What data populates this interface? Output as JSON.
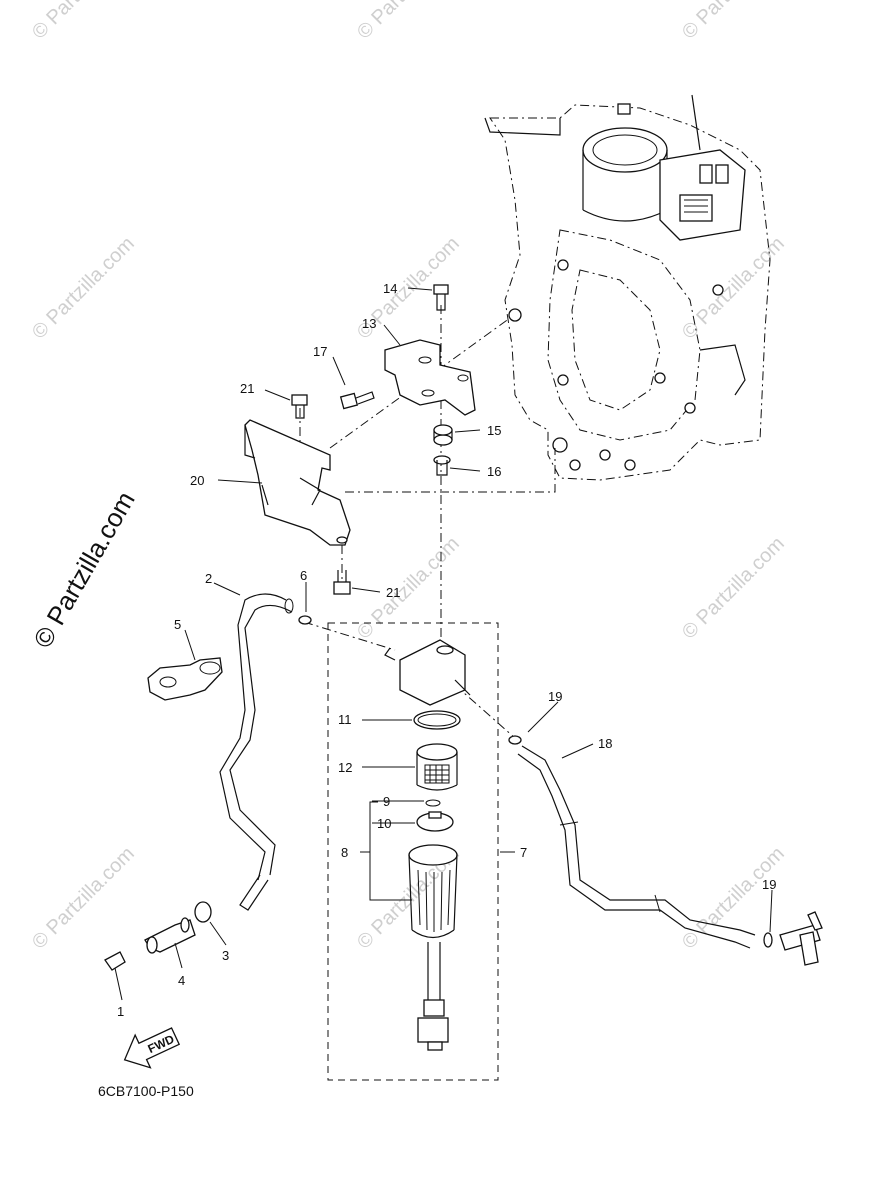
{
  "diagram": {
    "code": "6CB7100-P150",
    "fwd_label": "FWD",
    "watermark": "© Partzilla.com",
    "parts": [
      {
        "number": "1"
      },
      {
        "number": "2"
      },
      {
        "number": "3"
      },
      {
        "number": "4"
      },
      {
        "number": "5"
      },
      {
        "number": "6"
      },
      {
        "number": "7"
      },
      {
        "number": "8"
      },
      {
        "number": "9"
      },
      {
        "number": "10"
      },
      {
        "number": "11"
      },
      {
        "number": "12"
      },
      {
        "number": "13"
      },
      {
        "number": "14"
      },
      {
        "number": "15"
      },
      {
        "number": "16"
      },
      {
        "number": "17"
      },
      {
        "number": "18"
      },
      {
        "number": "19"
      },
      {
        "number": "20"
      },
      {
        "number": "21"
      }
    ]
  }
}
